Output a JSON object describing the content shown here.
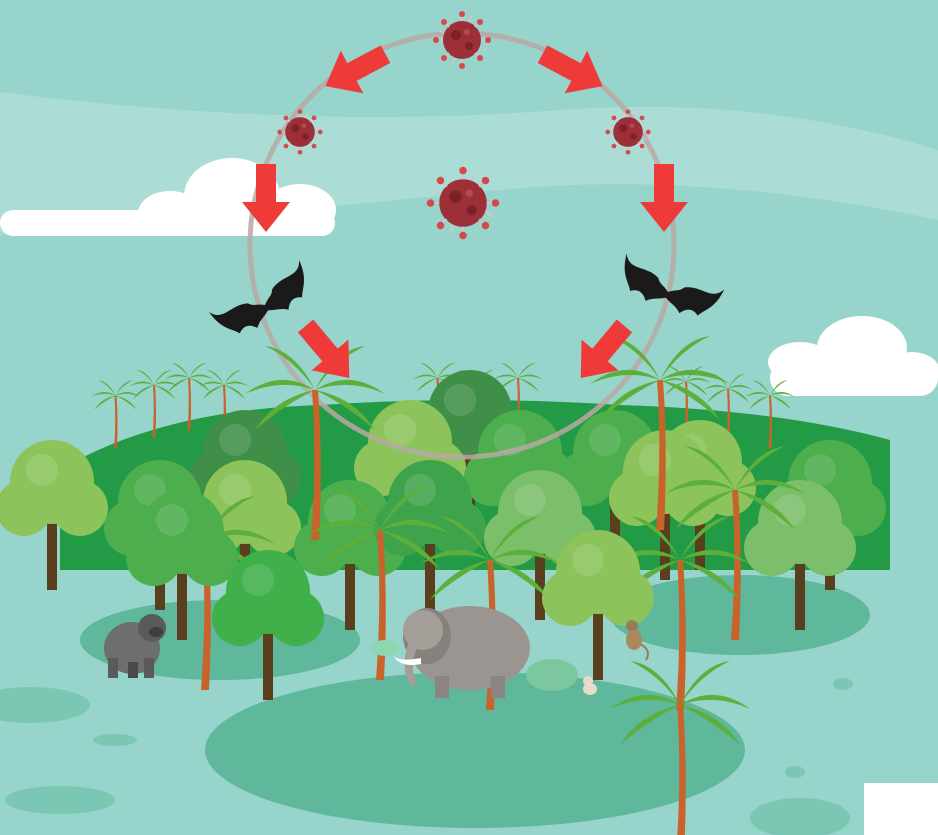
{
  "diagram": {
    "type": "cycle",
    "nodes": [
      {
        "name": "virus",
        "icon": "virus-icon"
      },
      {
        "name": "bat",
        "icon": "bat-icon"
      },
      {
        "name": "forest",
        "icon": "forest-icon"
      }
    ],
    "cycle_arrows": 6,
    "animals": [
      "gorilla-icon",
      "elephant-icon",
      "monkey-icon",
      "bat-icon"
    ]
  },
  "colors": {
    "sky": "#96d4cc",
    "arrow": "#ef3a3a",
    "virus": "#9c2f38",
    "virus_spike": "#c9c9c9",
    "ring": "#b8a9a3",
    "ground": "#5fb79c",
    "tree_light": "#8cc35a",
    "tree_mid": "#4cae4c",
    "tree_dark": "#239a45",
    "trunk": "#5a3f1e",
    "palm_trunk": "#c8632c",
    "bat": "#1a1a1a",
    "cloud": "#ffffff"
  }
}
